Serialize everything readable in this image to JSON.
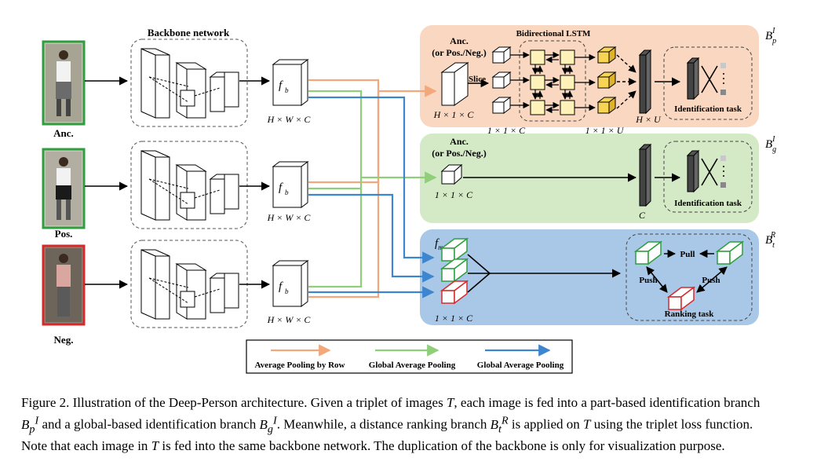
{
  "diagram": {
    "backbone_title": "Backbone network",
    "inputs": [
      {
        "label": "Anc.",
        "color": "#2e9e3e"
      },
      {
        "label": "Pos.",
        "color": "#2e9e3e"
      },
      {
        "label": "Neg.",
        "color": "#d62a2a"
      }
    ],
    "fb_label": "f",
    "fb_sub": "b",
    "fb_dims": "H × W × C",
    "branch_p": {
      "math_label": "B",
      "sup": "I",
      "sub": "p",
      "anc_line1": "Anc.",
      "anc_line2": "(or Pos./Neg.)",
      "input_dims": "H × 1 × C",
      "slice_label": "Slice",
      "lstm_title": "Bidirectional LSTM",
      "slice_dims": "1 × 1 × C",
      "out_dims": "1 × 1 × U",
      "feat_dims": "H × U",
      "task_label": "Identification task",
      "color": "#f9d7c0"
    },
    "branch_g": {
      "math_label": "B",
      "sup": "I",
      "sub": "g",
      "anc_line1": "Anc.",
      "anc_line2": "(or Pos./Neg.)",
      "input_dims": "1 × 1 × C",
      "feat_dims": "C",
      "task_label": "Identification task",
      "color": "#d4e9c6"
    },
    "branch_t": {
      "math_label": "B",
      "sup": "R",
      "sub": "t",
      "fm_label": "f",
      "fm_sub": "m",
      "dims": "1 × 1 × C",
      "pull": "Pull",
      "push_left": "Push",
      "push_right": "Push",
      "task_label": "Ranking task",
      "color": "#a9c8e8"
    },
    "legend": [
      {
        "label": "Average Pooling by Row",
        "color": "#f4a77a"
      },
      {
        "label": "Global Average Pooling",
        "color": "#8fcf7a"
      },
      {
        "label": "Global Average Pooling",
        "color": "#3d86cf"
      }
    ]
  },
  "caption": {
    "l1_a": "Figure 2. Illustration of the Deep-Person architecture. Given a triplet of images ",
    "l1_T": "T",
    "l1_b": ", each image is fed into a part-based identification branch",
    "l2_a": " and a global-based identification branch ",
    "l2_b": ". Meanwhile, a distance ranking branch ",
    "l2_c": " is applied on ",
    "l2_T": "T",
    "l2_d": " using the triplet loss function.",
    "l3_a": "Note that each image in ",
    "l3_T": "T",
    "l3_b": " is fed into the same backbone network. The duplication of the backbone is only for visualization purpose."
  }
}
